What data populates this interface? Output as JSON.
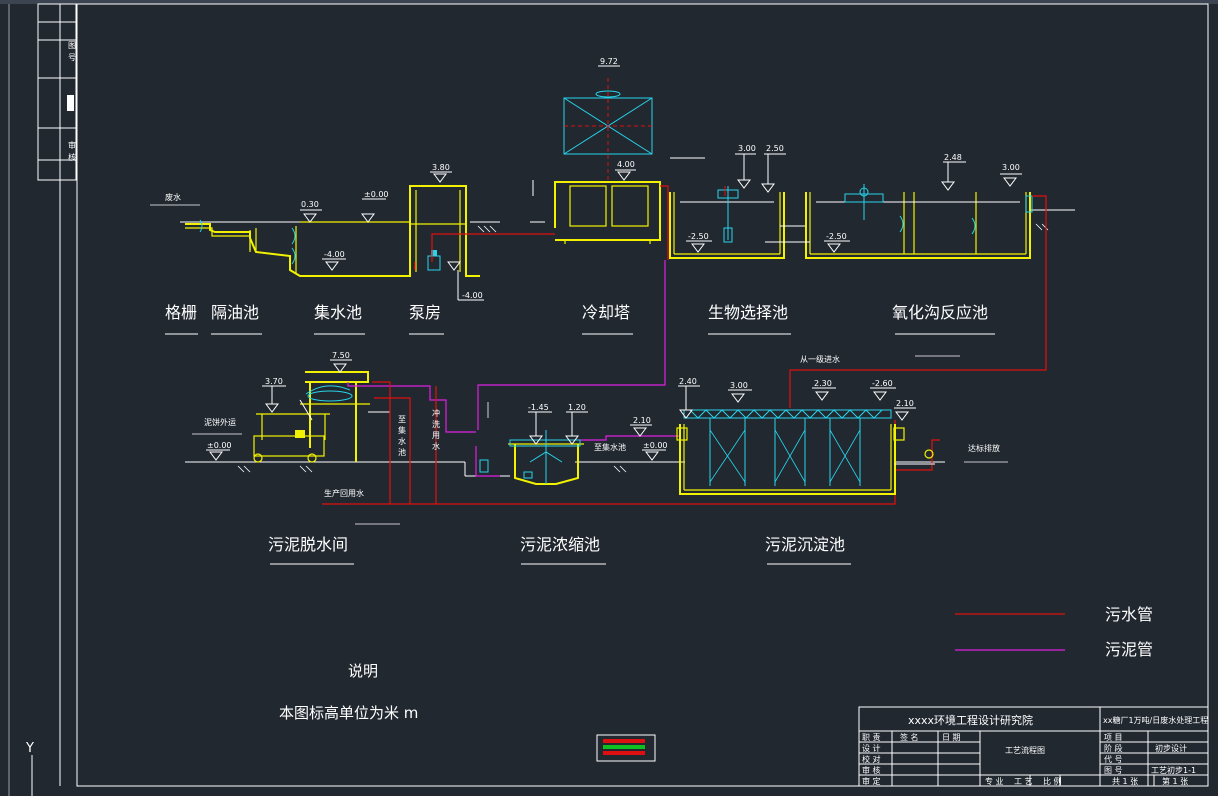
{
  "units": {
    "title": "说明",
    "note": "本图标高单位为米 m"
  },
  "legend": [
    {
      "label": "污水管",
      "color": "#e01010"
    },
    {
      "label": "污泥管",
      "color": "#e020e0"
    }
  ],
  "units_row1": [
    "格栅",
    "隔油池",
    "集水池",
    "泵房",
    "冷却塔",
    "生物选择池",
    "氧化沟反应池"
  ],
  "units_row2": [
    "污泥脱水间",
    "污泥浓缩池",
    "污泥沉淀池"
  ],
  "elevations": {
    "e972": "9.72",
    "e380": "3.80",
    "e400": "4.00",
    "e300a": "3.00",
    "e250": "2.50",
    "e248": "2.48",
    "e300b": "3.00",
    "e030": "0.30",
    "e000a": "±0.00",
    "em400a": "-4.00",
    "em400b": "-4.00",
    "em250a": "-2.50",
    "em250b": "-2.50",
    "e750": "7.50",
    "e370": "3.70",
    "e000b": "±0.00",
    "em145": "-1.45",
    "e120": "1.20",
    "e210a": "2.10",
    "e000c": "±0.00",
    "e240": "2.40",
    "e300c": "3.00",
    "e230": "2.30",
    "em260": "-2.60",
    "e210b": "2.10"
  },
  "labels": {
    "raw_water": "废水",
    "sludge_out": "泥饼外运",
    "to_sump_v": [
      "至",
      "集",
      "水",
      "池"
    ],
    "flush_v": [
      "冲",
      "洗",
      "用",
      "水"
    ],
    "to_sump_h": "至集水池",
    "production_water": "生产回用水",
    "from_outlet": "从一级进水",
    "discharge": "达标排放"
  },
  "title_block": {
    "institute": "xxxx环境工程设计研究院",
    "project": "xx糖厂1万吨/日废水处理工程",
    "drawing_name": "工艺流程图",
    "roles": [
      "职  责",
      "设  计",
      "校  对",
      "审  核",
      "审  定"
    ],
    "header_cols": [
      "签  名",
      "日  期"
    ],
    "right_keys": [
      "项  目",
      "阶  段",
      "代  号",
      "图  号"
    ],
    "stage": "初步设计",
    "drawing_no": "工艺初步1-1",
    "bottom": [
      "专  业",
      "工  艺",
      "比  例"
    ],
    "sheets": "共 1 张",
    "sheet": "第 1 张"
  },
  "axis_label": "Y",
  "side_strip": [
    "图",
    "号",
    "审",
    "核"
  ]
}
